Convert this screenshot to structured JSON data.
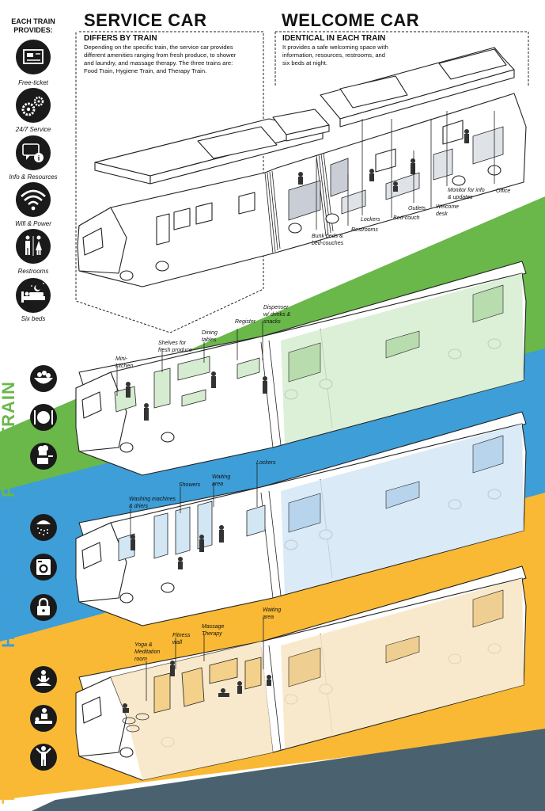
{
  "sidebar": {
    "title_line1": "EACH TRAIN",
    "title_line2": "PROVIDES:",
    "items": [
      {
        "label": "Free-ticket",
        "icon": "ticket-icon"
      },
      {
        "label": "24/7 Service",
        "icon": "gears-icon"
      },
      {
        "label": "Info & Resources",
        "icon": "info-icon"
      },
      {
        "label": "Wifi & Power",
        "icon": "wifi-icon"
      },
      {
        "label": "Restrooms",
        "icon": "restroom-icon"
      },
      {
        "label": "Six beds",
        "icon": "bed-icon"
      }
    ]
  },
  "service_car": {
    "heading": "SERVICE CAR",
    "subheading": "DIFFERS BY TRAIN",
    "description": [
      "Depending on the specific train, the service car provides",
      "different amenities ranging from fresh produce, to shower",
      "and laundry, and massage therapy.  The three trains are:",
      "Food Train, Hygiene Train, and Therapy Train."
    ]
  },
  "welcome_car": {
    "heading": "WELCOME CAR",
    "subheading": "IDENTICAL IN EACH TRAIN",
    "description": [
      "It provides a safe welcoming space with",
      "information, resources, restrooms, and",
      "six beds at night."
    ],
    "callouts": {
      "bunk_beds": [
        "Bunk beds &",
        "bed-couches"
      ],
      "restrooms": [
        "Restrooms"
      ],
      "lockers": [
        "Lockers"
      ],
      "bed_couch": [
        "Bed-couch"
      ],
      "outlets": [
        "Outlets"
      ],
      "welcome_desk": [
        "Welcome",
        "desk"
      ],
      "monitor": [
        "Monitor for info",
        "& updates"
      ],
      "office": [
        "Office"
      ]
    }
  },
  "food_train": {
    "label": "FOOD TRAIN",
    "color": "#6ab74a",
    "icons": [
      "salad-bowl-icon",
      "plate-cutlery-icon",
      "chef-icon"
    ],
    "callouts": {
      "mini_kitchen": [
        "Mini-",
        "kitchen"
      ],
      "shelves": [
        "Shelves for",
        "fresh produce"
      ],
      "dining": [
        "Dining",
        "tables"
      ],
      "register": [
        "Register"
      ],
      "dispenser": [
        "Dispenser",
        "w/ drinks &",
        "snacks"
      ]
    }
  },
  "hygiene_train": {
    "label": "HYGIENE TRAIN",
    "color": "#3d9ed8",
    "icons": [
      "shower-icon",
      "washing-machine-icon",
      "lock-icon"
    ],
    "callouts": {
      "washing": [
        "Washing machines",
        "& driers"
      ],
      "showers": [
        "Showers"
      ],
      "waiting": [
        "Waiting",
        "area"
      ],
      "lockers": [
        "Lockers"
      ]
    }
  },
  "therapy_train": {
    "label": "THERAPY TRAIN",
    "color": "#f9b934",
    "icons": [
      "meditation-icon",
      "massage-icon",
      "fitness-icon"
    ],
    "callouts": {
      "yoga": [
        "Yoga &",
        "Meditation",
        "room"
      ],
      "fitness": [
        "Fitness",
        "wall"
      ],
      "massage": [
        "Massage",
        "Therapy"
      ],
      "waiting": [
        "Waiting",
        "area"
      ]
    }
  },
  "colors": {
    "green": "#6ab74a",
    "blue": "#3d9ed8",
    "yellow": "#f9b934",
    "slate": "#4a6270",
    "green_tint": "#d6ecd0",
    "blue_tint": "#d3e6f4",
    "yellow_tint": "#f8e7c6",
    "ink": "#111111"
  }
}
